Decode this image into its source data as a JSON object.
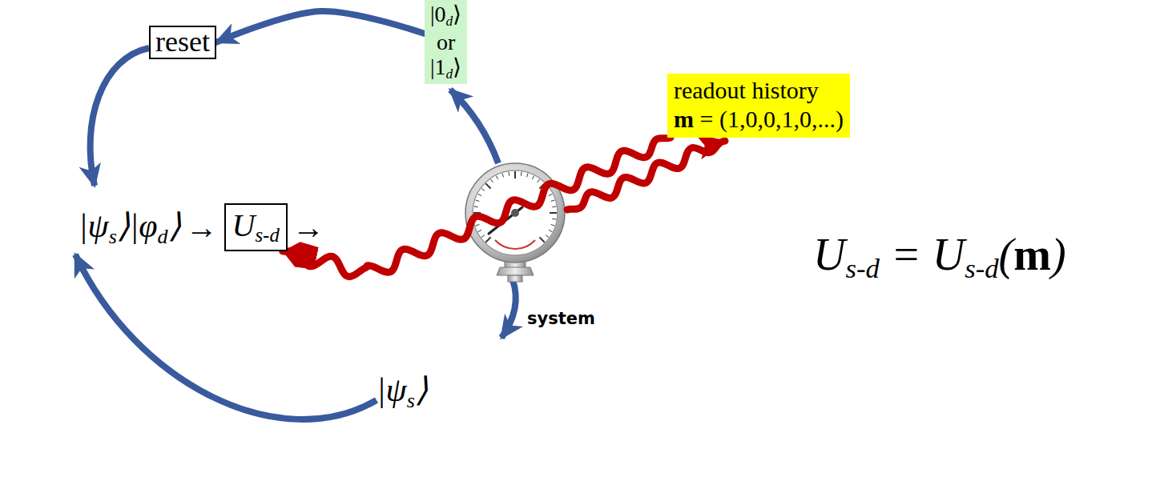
{
  "diagram": {
    "nodes": [
      {
        "text": [
          "reset"
        ]
      },
      {
        "text": [
          "|0d⟩ or |1d⟩"
        ]
      },
      {
        "text": [
          "readout history",
          "m = (1,0,0,1,0,...)"
        ]
      },
      {
        "text": [
          "Us-d"
        ]
      }
    ],
    "edges": [
      {
        "from": 1,
        "to": 0,
        "arrow": "to"
      },
      {
        "from": 2,
        "to": 3,
        "arrow": "to"
      }
    ],
    "labels": [
      "|ψs⟩|φd⟩",
      "→",
      "→",
      "system",
      "|ψs⟩",
      "Us-d = Us-d(m)"
    ]
  }
}
